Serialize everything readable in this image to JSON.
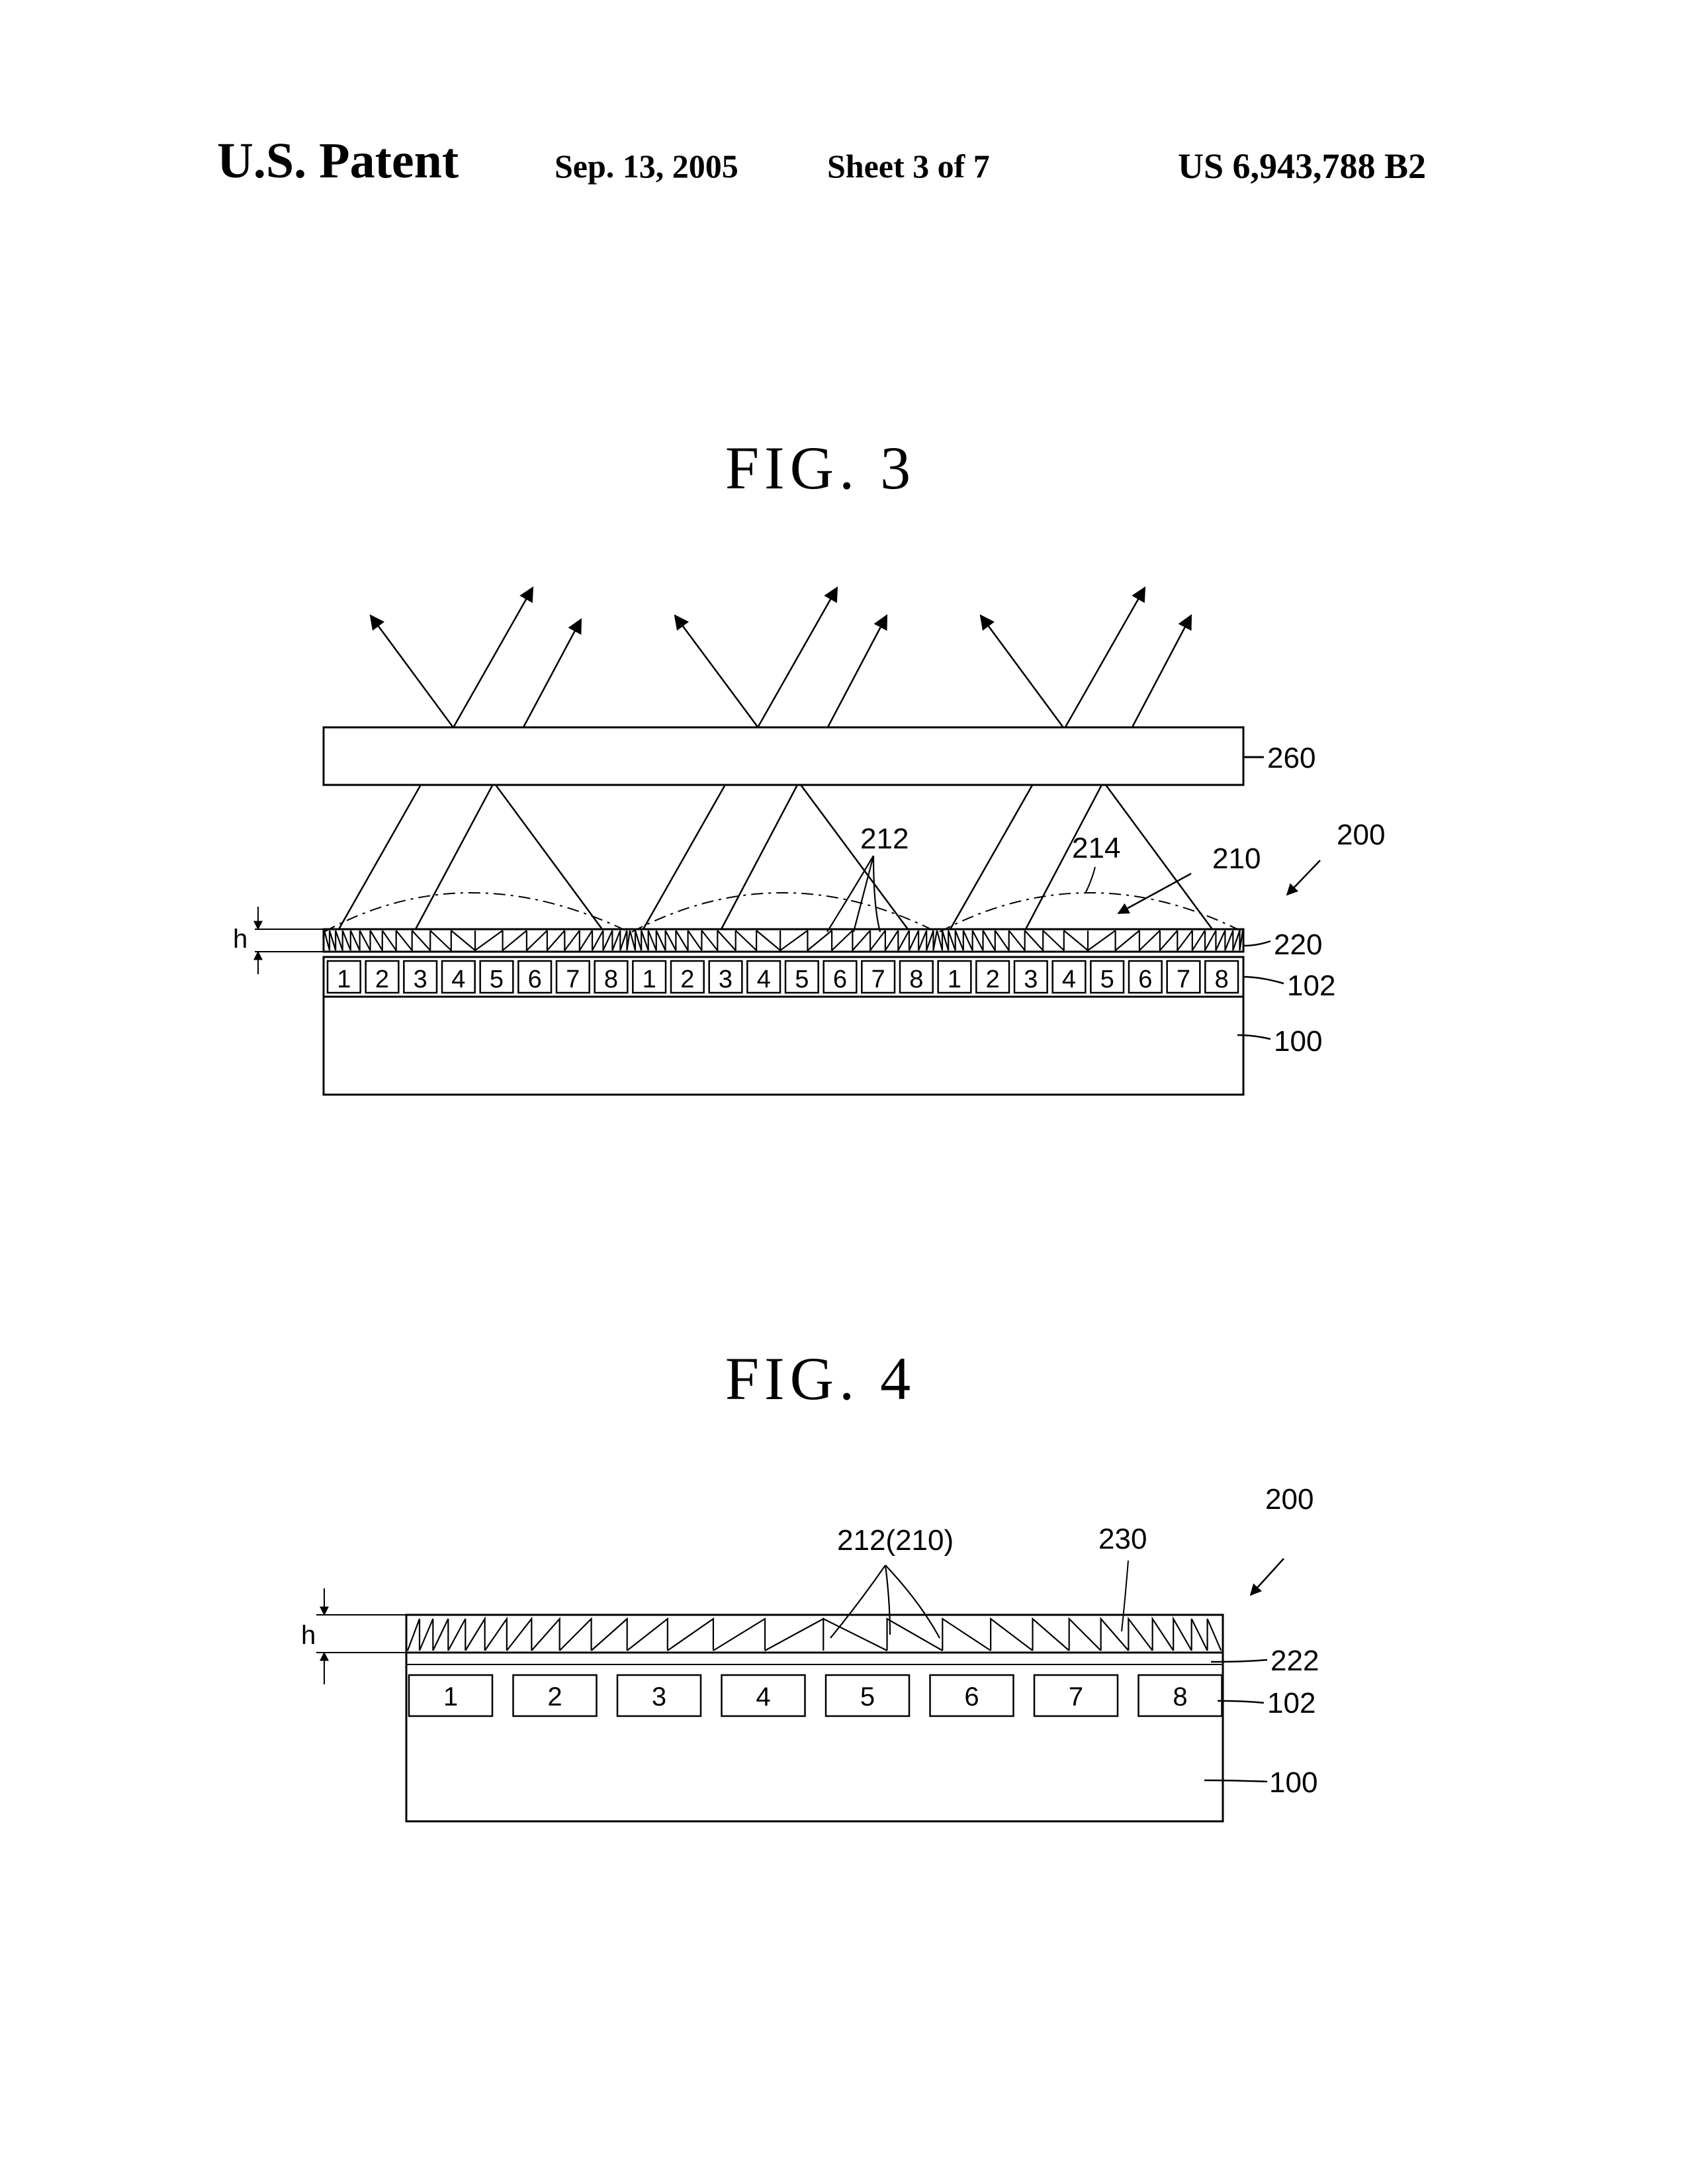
{
  "header": {
    "publication": "U.S. Patent",
    "date": "Sep. 13, 2005",
    "sheet": "Sheet 3 of 7",
    "patent_number": "US 6,943,788 B2"
  },
  "fig3": {
    "title": "FIG. 3",
    "labels": {
      "l260": "260",
      "l212": "212",
      "l214": "214",
      "l210": "210",
      "l200": "200",
      "l220": "220",
      "l102": "102",
      "l100": "100",
      "h": "h"
    },
    "cell_numbers": [
      "1",
      "2",
      "3",
      "4",
      "5",
      "6",
      "7",
      "8"
    ]
  },
  "fig4": {
    "title": "FIG. 4",
    "labels": {
      "l200": "200",
      "l212": "212(210)",
      "l230": "230",
      "l222": "222",
      "l102": "102",
      "l100": "100",
      "h": "h"
    },
    "cell_numbers": [
      "1",
      "2",
      "3",
      "4",
      "5",
      "6",
      "7",
      "8"
    ]
  }
}
